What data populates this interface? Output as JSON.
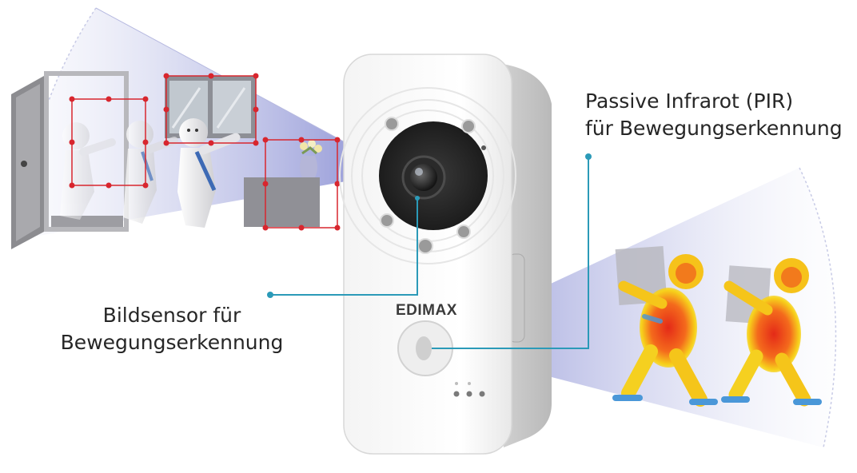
{
  "labels": {
    "pir_line1": "Passive Infrarot (PIR)",
    "pir_line2": "für Bewegungserkennung",
    "image_line1": "Bildsensor für",
    "image_line2": "Bewegungserkennung"
  },
  "camera": {
    "brand": "EDIMAX"
  },
  "colors": {
    "beam": "#8e93d6",
    "callout_line": "#2b9ab8",
    "detection_box": "#d8262e",
    "heat_hot": "#e8331c",
    "heat_warm": "#f7d21b",
    "heat_cool": "#4a97d8"
  },
  "icons": {
    "door": "door-icon",
    "window": "window-icon",
    "vase": "flower-vase-icon",
    "person": "person-figure-icon",
    "camera": "security-camera-icon"
  }
}
